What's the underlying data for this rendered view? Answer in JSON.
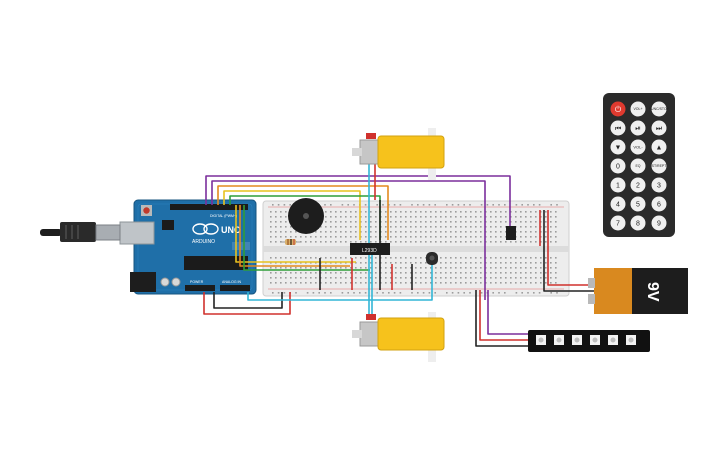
{
  "arduino": {
    "brand": "ARDUINO",
    "model": "UNO",
    "header_top": "DIGITAL (PWM~)",
    "header_power": "POWER",
    "header_analog": "ANALOG IN"
  },
  "ic": {
    "label": "L293D"
  },
  "battery": {
    "label": "9V"
  },
  "remote": {
    "row1": [
      "⏻",
      "VOL+",
      "FUNC/STOP"
    ],
    "row2": [
      "⏮",
      "⏯",
      "⏭"
    ],
    "row3": [
      "▼",
      "VOL-",
      "▲"
    ],
    "row4": [
      "0",
      "EQ",
      "ST/REPT"
    ],
    "digits": [
      "1",
      "2",
      "3",
      "4",
      "5",
      "6",
      "7",
      "8",
      "9"
    ]
  },
  "colors": {
    "wire_red": "#d0312d",
    "wire_black": "#222222",
    "wire_green": "#2e9e3a",
    "wire_yellow": "#e7c21f",
    "wire_orange": "#e38a1f",
    "wire_purple": "#7b2f9c",
    "wire_cyan": "#32b6d6",
    "motor_yellow": "#f6c21c",
    "arduino_blue": "#1f6fa8",
    "breadboard": "#efefef",
    "battery_orange": "#d9891f",
    "remote_body": "#2b2b2b"
  }
}
